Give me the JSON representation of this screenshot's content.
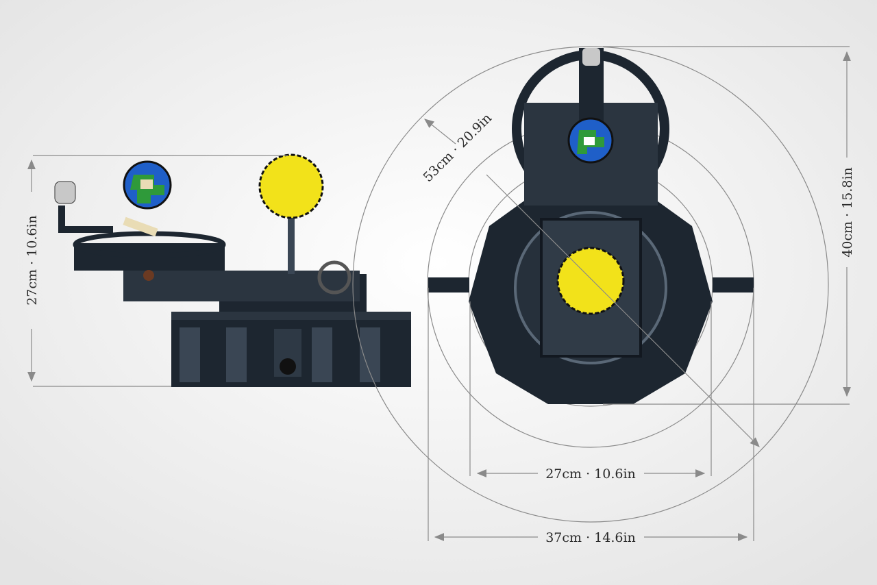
{
  "dimensions": {
    "side_height": "27cm · 10.6in",
    "diagonal": "53cm · 20.9in",
    "top_height": "40cm · 15.8in",
    "inner_width": "27cm · 10.6in",
    "outer_width": "37cm · 14.6in"
  },
  "colors": {
    "model_dark": "#1d2630",
    "sun": "#f2e21a",
    "earth_blue": "#1f5fc8",
    "earth_green": "#2f9a3a",
    "dimension_line": "#8a8a8a"
  }
}
